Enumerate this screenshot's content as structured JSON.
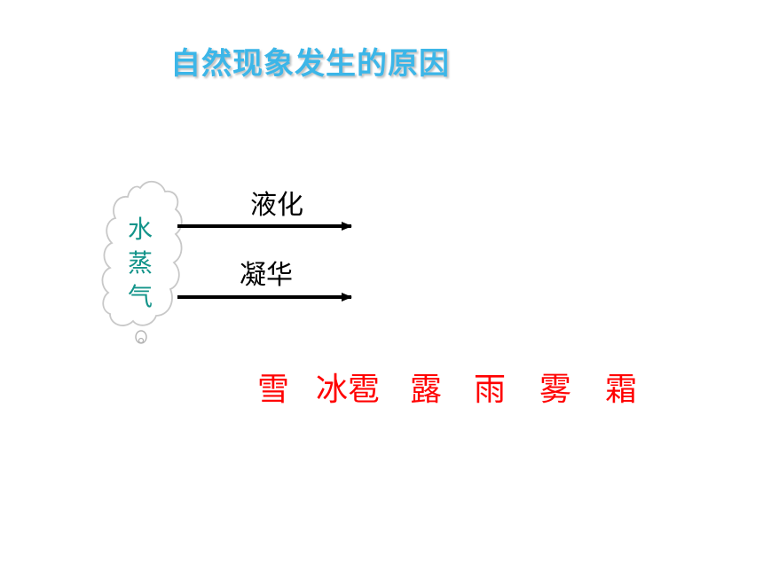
{
  "title": "自然现象发生的原因",
  "source": {
    "label_chars": [
      "水",
      "蒸",
      "气"
    ]
  },
  "processes": [
    {
      "label": "液化"
    },
    {
      "label": "凝华"
    }
  ],
  "phenomena": [
    "雪",
    "冰雹",
    "露",
    "雨",
    "雾",
    "霜"
  ],
  "colors": {
    "title": "#3cb6e8",
    "source_text": "#13948a",
    "phenomena": "#ff0000",
    "arrows": "#000000"
  }
}
